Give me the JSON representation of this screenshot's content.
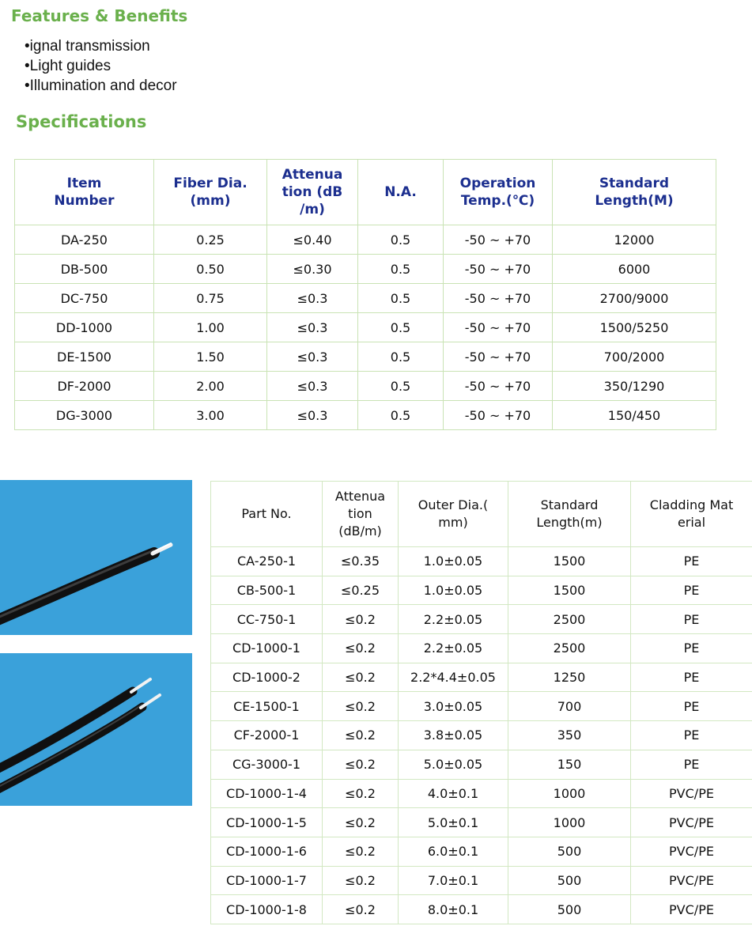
{
  "features": {
    "title": "Features & Benefits",
    "items": [
      "•ignal transmission",
      "•Light guides",
      "•Illumination and decor"
    ]
  },
  "specifications": {
    "title": "Specifications",
    "headers": [
      {
        "line1": "Item",
        "line2": "Number",
        "line3": ""
      },
      {
        "line1": "Fiber Dia.",
        "line2": "(mm)",
        "line3": ""
      },
      {
        "line1": "Attenua",
        "line2": "tion (dB",
        "line3": "/m)"
      },
      {
        "line1": "N.A.",
        "line2": "",
        "line3": ""
      },
      {
        "line1": "Operation",
        "line2": "Temp.(℃)",
        "line3": ""
      },
      {
        "line1": "Standard",
        "line2": "Length(M)",
        "line3": ""
      }
    ],
    "rows": [
      [
        "DA-250",
        "0.25",
        "≤0.40",
        "0.5",
        "-50 ~ +70",
        "12000"
      ],
      [
        "DB-500",
        "0.50",
        "≤0.30",
        "0.5",
        "-50 ~ +70",
        "6000"
      ],
      [
        "DC-750",
        "0.75",
        "≤0.3",
        "0.5",
        "-50 ~ +70",
        "2700/9000"
      ],
      [
        "DD-1000",
        "1.00",
        "≤0.3",
        "0.5",
        "-50 ~ +70",
        "1500/5250"
      ],
      [
        "DE-1500",
        "1.50",
        "≤0.3",
        "0.5",
        "-50 ~ +70",
        "700/2000"
      ],
      [
        "DF-2000",
        "2.00",
        "≤0.3",
        "0.5",
        "-50 ~ +70",
        "350/1290"
      ],
      [
        "DG-3000",
        "3.00",
        "≤0.3",
        "0.5",
        "-50 ~ +70",
        "150/450"
      ]
    ]
  },
  "photos": [
    {
      "icon": "single-cable-photo",
      "background": "#3aa1da"
    },
    {
      "icon": "dual-cable-photo",
      "background": "#3aa1da"
    }
  ],
  "cables": {
    "headers": [
      {
        "line1": "Part No.",
        "line2": "",
        "line3": ""
      },
      {
        "line1": "Attenua",
        "line2": "tion",
        "line3": "(dB/m)"
      },
      {
        "line1": "Outer Dia.(",
        "line2": "mm)",
        "line3": ""
      },
      {
        "line1": "Standard",
        "line2": "Length(m)",
        "line3": ""
      },
      {
        "line1": "Cladding Mat",
        "line2": "erial",
        "line3": ""
      }
    ],
    "rows": [
      [
        "CA-250-1",
        "≤0.35",
        "1.0±0.05",
        "1500",
        "PE"
      ],
      [
        "CB-500-1",
        "≤0.25",
        "1.0±0.05",
        "1500",
        "PE"
      ],
      [
        "CC-750-1",
        "≤0.2",
        "2.2±0.05",
        "2500",
        "PE"
      ],
      [
        "CD-1000-1",
        "≤0.2",
        "2.2±0.05",
        "2500",
        "PE"
      ],
      [
        "CD-1000-2",
        "≤0.2",
        "2.2*4.4±0.05",
        "1250",
        "PE"
      ],
      [
        "CE-1500-1",
        "≤0.2",
        "3.0±0.05",
        "700",
        "PE"
      ],
      [
        "CF-2000-1",
        "≤0.2",
        "3.8±0.05",
        "350",
        "PE"
      ],
      [
        "CG-3000-1",
        "≤0.2",
        "5.0±0.05",
        "150",
        "PE"
      ],
      [
        "CD-1000-1-4",
        "≤0.2",
        "4.0±0.1",
        "1000",
        "PVC/PE"
      ],
      [
        "CD-1000-1-5",
        "≤0.2",
        "5.0±0.1",
        "1000",
        "PVC/PE"
      ],
      [
        "CD-1000-1-6",
        "≤0.2",
        "6.0±0.1",
        "500",
        "PVC/PE"
      ],
      [
        "CD-1000-1-7",
        "≤0.2",
        "7.0±0.1",
        "500",
        "PVC/PE"
      ],
      [
        "CD-1000-1-8",
        "≤0.2",
        "8.0±0.1",
        "500",
        "PVC/PE"
      ]
    ]
  }
}
